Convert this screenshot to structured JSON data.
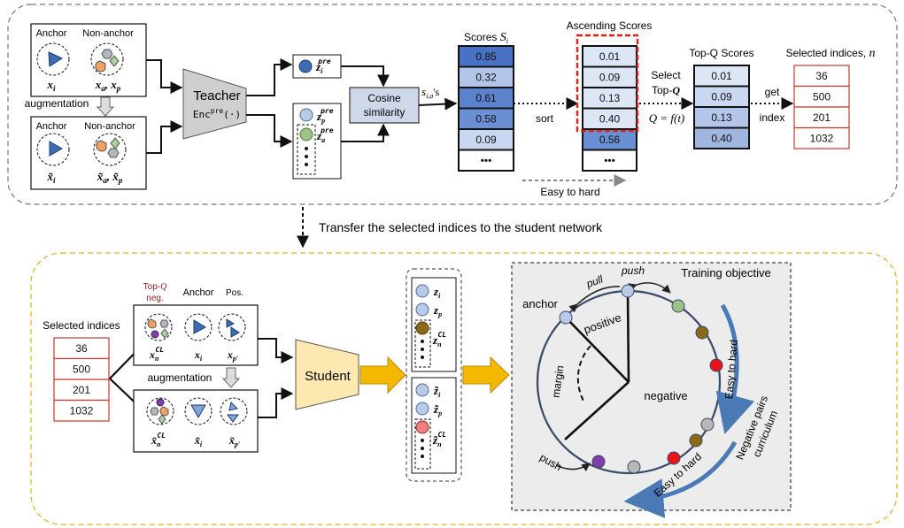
{
  "colors": {
    "teacher_fill": "#cfcfcf",
    "student_fill": "#fde9b0",
    "cosine_fill": "#cfd8e8",
    "arrow_yellow": "#f5b800",
    "red_box": "#e0201b",
    "index_border": "#c0392b",
    "objective_bg": "#ececec",
    "curve_arrow": "#4a7ab5",
    "triangle": "#3e6db5",
    "dot_blue": "#3e6db5",
    "dot_light": "#b9c9e6",
    "dot_green": "#9cc28a",
    "dot_olive": "#8a6a14",
    "dot_red": "#e8141a",
    "dot_purple": "#7f3fa6",
    "dot_gray": "#b8b8b8",
    "dot_pink": "#f08080",
    "orange": "#f0a060",
    "hex_gray": "#b0b8c0",
    "diamond_green": "#a8d0a0"
  },
  "top": {
    "panel_top": {
      "anchor": "Anchor",
      "non_anchor": "Non-anchor",
      "x_i": "x",
      "x_i_sub": "i",
      "x_ap": "x",
      "x_ap_sub": "a",
      "x_ap_sep": ", x",
      "x_ap_sub2": "p"
    },
    "augmentation": "augmentation",
    "panel_bottom": {
      "anchor": "Anchor",
      "non_anchor": "Non-anchor",
      "x_i": "x̃",
      "x_i_sub": "i",
      "x_ap": "x̃",
      "x_ap_sub": "a",
      "x_ap_sep": ", x̃",
      "x_ap_sub2": "p"
    },
    "teacher_label": "Teacher",
    "teacher_enc": "Enc",
    "teacher_enc_sup": "pre",
    "teacher_enc_arg": "(·)",
    "z_i_pre": "z",
    "z_i_pre_sub": "i",
    "z_pre_sup": "pre",
    "z_p_pre": "z",
    "z_p_pre_sub": "p",
    "z_a_pre": "z",
    "z_a_pre_sub": "a",
    "cosine_line1": "Cosine",
    "cosine_line2": "similarity",
    "s_label": "s",
    "s_sub": "i,a",
    "s_suffix": "'s",
    "scores_title": "Scores ",
    "scores_symbol": "S",
    "scores_symbol_sub": "i",
    "scores": [
      "0.85",
      "0.32",
      "0.61",
      "0.58",
      "0.09",
      "•••"
    ],
    "sort_label": "sort",
    "ascending_title": "Ascending Scores",
    "ascending": [
      "0.01",
      "0.09",
      "0.13",
      "0.40",
      "0.56",
      "•••"
    ],
    "easy_to_hard": "Easy to hard",
    "select_line1": "Select",
    "select_line2": "Top-",
    "select_q": "Q",
    "q_formula": "Q = f(t)",
    "topq_title": "Top-Q Scores",
    "topq": [
      "0.01",
      "0.09",
      "0.13",
      "0.40"
    ],
    "get_label": "get",
    "index_label": "index",
    "selected_title": "Selected indices, ",
    "selected_symbol": "n",
    "selected": [
      "36",
      "500",
      "201",
      "1032"
    ]
  },
  "transfer_text": "Transfer the selected indices to the student network",
  "bottom": {
    "selected_title": "Selected indices",
    "selected": [
      "36",
      "500",
      "201",
      "1032"
    ],
    "topq_neg_line1": "Top-",
    "topq_neg_q": "Q",
    "topq_neg_line2": "neg.",
    "anchor": "Anchor",
    "pos": "Pos.",
    "x_n": "x",
    "x_n_sub": "n",
    "x_n_sup": "CL",
    "x_i": "x",
    "x_i_sub": "i",
    "x_p": "x",
    "x_p_sub": "p′",
    "augmentation": "augmentation",
    "xt_n": "x̃",
    "xt_i": "x̃",
    "xt_p": "x̃",
    "student_label": "Student",
    "emb_top": {
      "z_i": "z",
      "z_i_sub": "i",
      "z_p": "z",
      "z_p_sub": "p",
      "z_n": "z",
      "z_n_sub": "n",
      "z_n_sup": "CL"
    },
    "emb_bottom": {
      "z_i": "z̃",
      "z_i_sub": "i",
      "z_p": "z̃",
      "z_p_sub": "p",
      "z_n": "z̃",
      "z_n_sub": "n",
      "z_n_sup": "CL"
    },
    "objective": {
      "title": "Training objective",
      "anchor": "anchor",
      "positive": "positive",
      "negative": "negative",
      "margin": "margin",
      "pull": "pull",
      "push_top": "push",
      "push_bottom": "push",
      "easy_to_hard_right": "Easy to hard",
      "easy_to_hard_bottom": "Easy to hard",
      "curriculum_line1": "Negative pairs",
      "curriculum_line2": "curriculum"
    }
  }
}
